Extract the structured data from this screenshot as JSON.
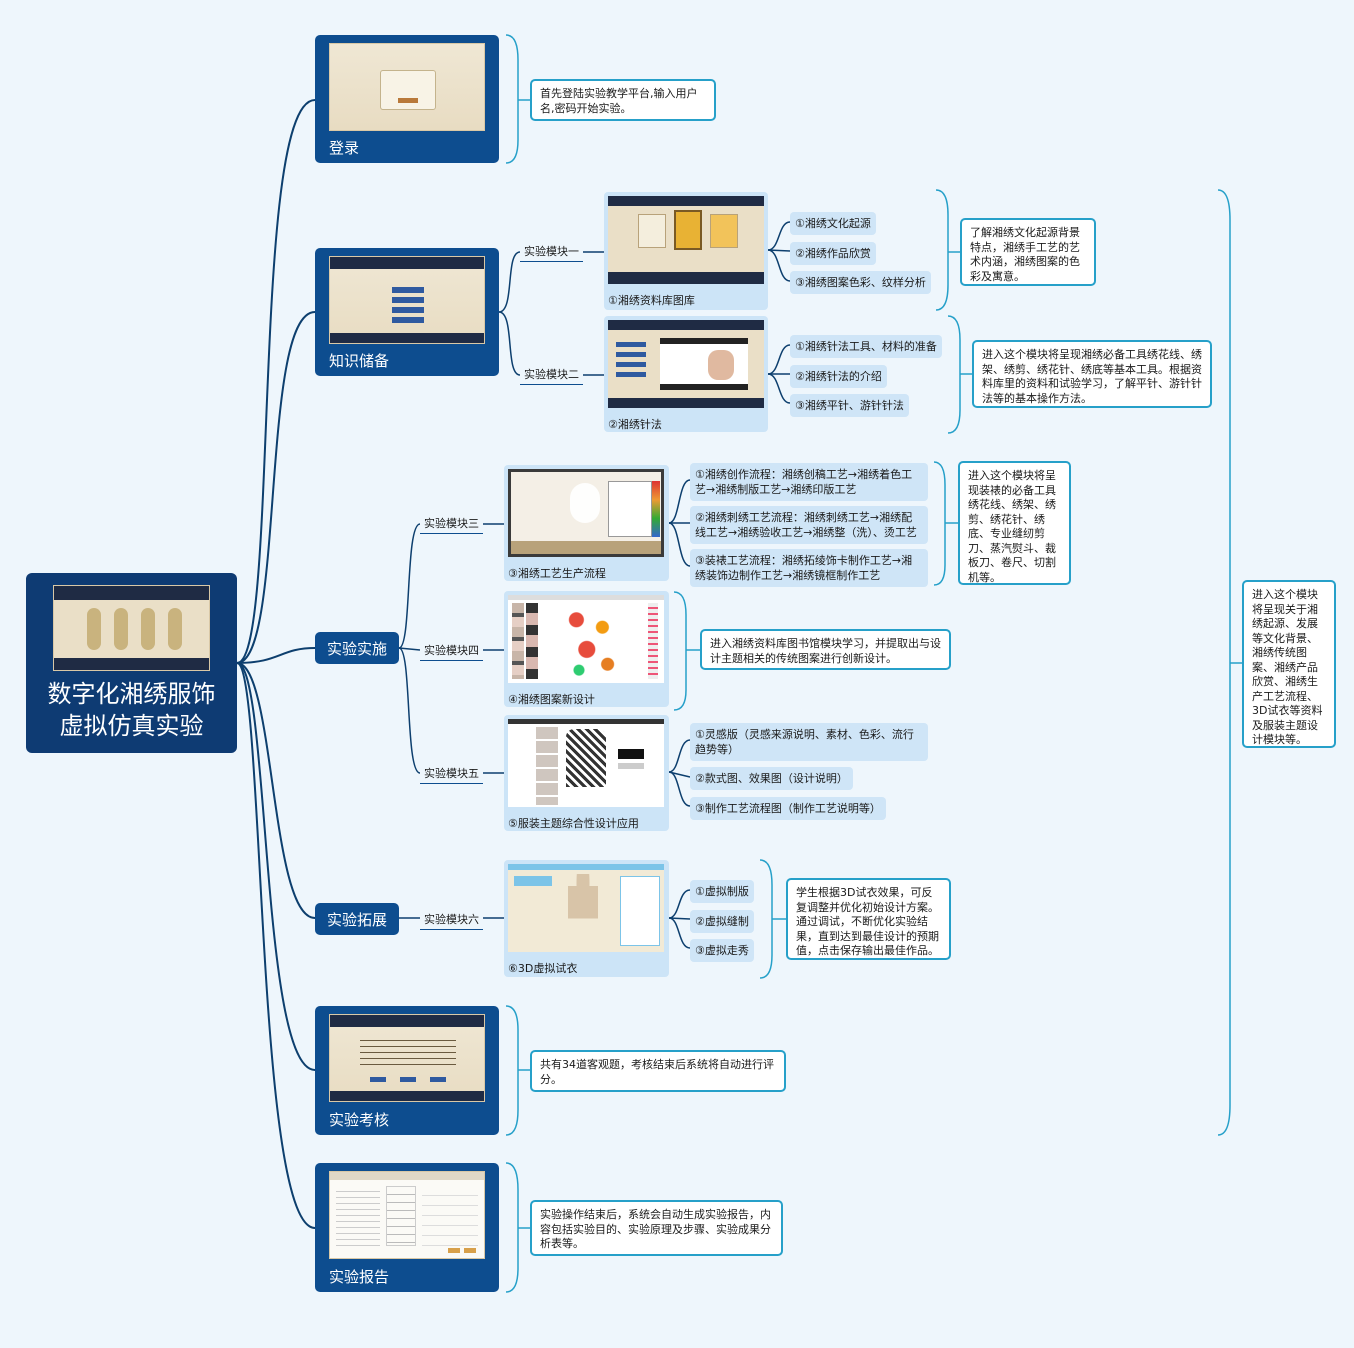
{
  "root": {
    "title_line1": "数字化湘绣服饰",
    "title_line2": "虚拟仿真实验",
    "thumb_tags": [
      "",
      "",
      "",
      ""
    ]
  },
  "branches": {
    "login": {
      "label": "登录",
      "note": "首先登陆实验教学平台,输入用户名,密码开始实验。"
    },
    "knowledge": {
      "label": "知识储备"
    },
    "practice": {
      "label": "实验实施"
    },
    "expand": {
      "label": "实验拓展"
    },
    "exam": {
      "label": "实验考核",
      "note": "共有34道客观题，考核结束后系统将自动进行评分。"
    },
    "report": {
      "label": "实验报告",
      "note": "实验操作结束后，系统会自动生成实验报告，内容包括实验目的、实验原理及步骤、实验成果分析表等。"
    }
  },
  "modules": {
    "m1": {
      "label": "实验模块一",
      "caption": "①湘绣资料库图库",
      "items": [
        "①湘绣文化起源",
        "②湘绣作品欣赏",
        "③湘绣图案色彩、纹样分析"
      ],
      "note": "了解湘绣文化起源背景特点，湘绣手工艺的艺术内涵，湘绣图案的色彩及寓意。"
    },
    "m2": {
      "label": "实验模块二",
      "caption": "②湘绣针法",
      "items": [
        "①湘绣针法工具、材料的准备",
        "②湘绣针法的介绍",
        "③湘绣平针、游针针法"
      ],
      "note": "进入这个模块将呈现湘绣必备工具绣花线、绣架、绣剪、绣花针、绣底等基本工具。根据资料库里的资料和试验学习，了解平针、游针针法等的基本操作方法。"
    },
    "m3": {
      "label": "实验模块三",
      "caption": "③湘绣工艺生产流程",
      "items": [
        "①湘绣创作流程：湘绣创稿工艺→湘绣着色工艺→湘绣制版工艺→湘绣印版工艺",
        "②湘绣刺绣工艺流程：湘绣刺绣工艺→湘绣配线工艺→湘绣验收工艺→湘绣整（洗）、烫工艺",
        "③装裱工艺流程：湘绣拓绫饰卡制作工艺→湘绣装饰边制作工艺→湘绣镜框制作工艺"
      ],
      "note": "进入这个模块将呈现装裱的必备工具绣花线、绣架、绣剪、绣花针、绣底、专业缝纫剪刀、蒸汽熨斗、裁板刀、卷尺、切割机等。"
    },
    "m4": {
      "label": "实验模块四",
      "caption": "④湘绣图案新设计",
      "note": "进入湘绣资料库图书馆模块学习，并提取出与设计主题相关的传统图案进行创新设计。"
    },
    "m5": {
      "label": "实验模块五",
      "caption": "⑤服装主题综合性设计应用",
      "items": [
        "①灵感版（灵感来源说明、素材、色彩、流行趋势等）",
        "②款式图、效果图（设计说明）",
        "③制作工艺流程图（制作工艺说明等）"
      ]
    },
    "m6": {
      "label": "实验模块六",
      "caption": "⑥3D虚拟试衣",
      "items": [
        "①虚拟制版",
        "②虚拟缝制",
        "③虚拟走秀"
      ],
      "note": "学生根据3D试衣效果，可反复调整并优化初始设计方案。通过调试，不断优化实验结果，直到达到最佳设计的预期值，点击保存输出最佳作品。"
    }
  },
  "side_note": "进入这个模块将呈现关于湘绣起源、发展等文化背景、湘绣传统图案、湘绣产品欣赏、湘绣生产工艺流程、3D试衣等资料及服装主题设计模块等。",
  "colors": {
    "background": "#eef6fc",
    "root": "#0e3b73",
    "branch": "#0d4d8f",
    "note_border": "#26a0c9",
    "item_fill": "#cfe5f7",
    "line": "#0d3f6e"
  }
}
